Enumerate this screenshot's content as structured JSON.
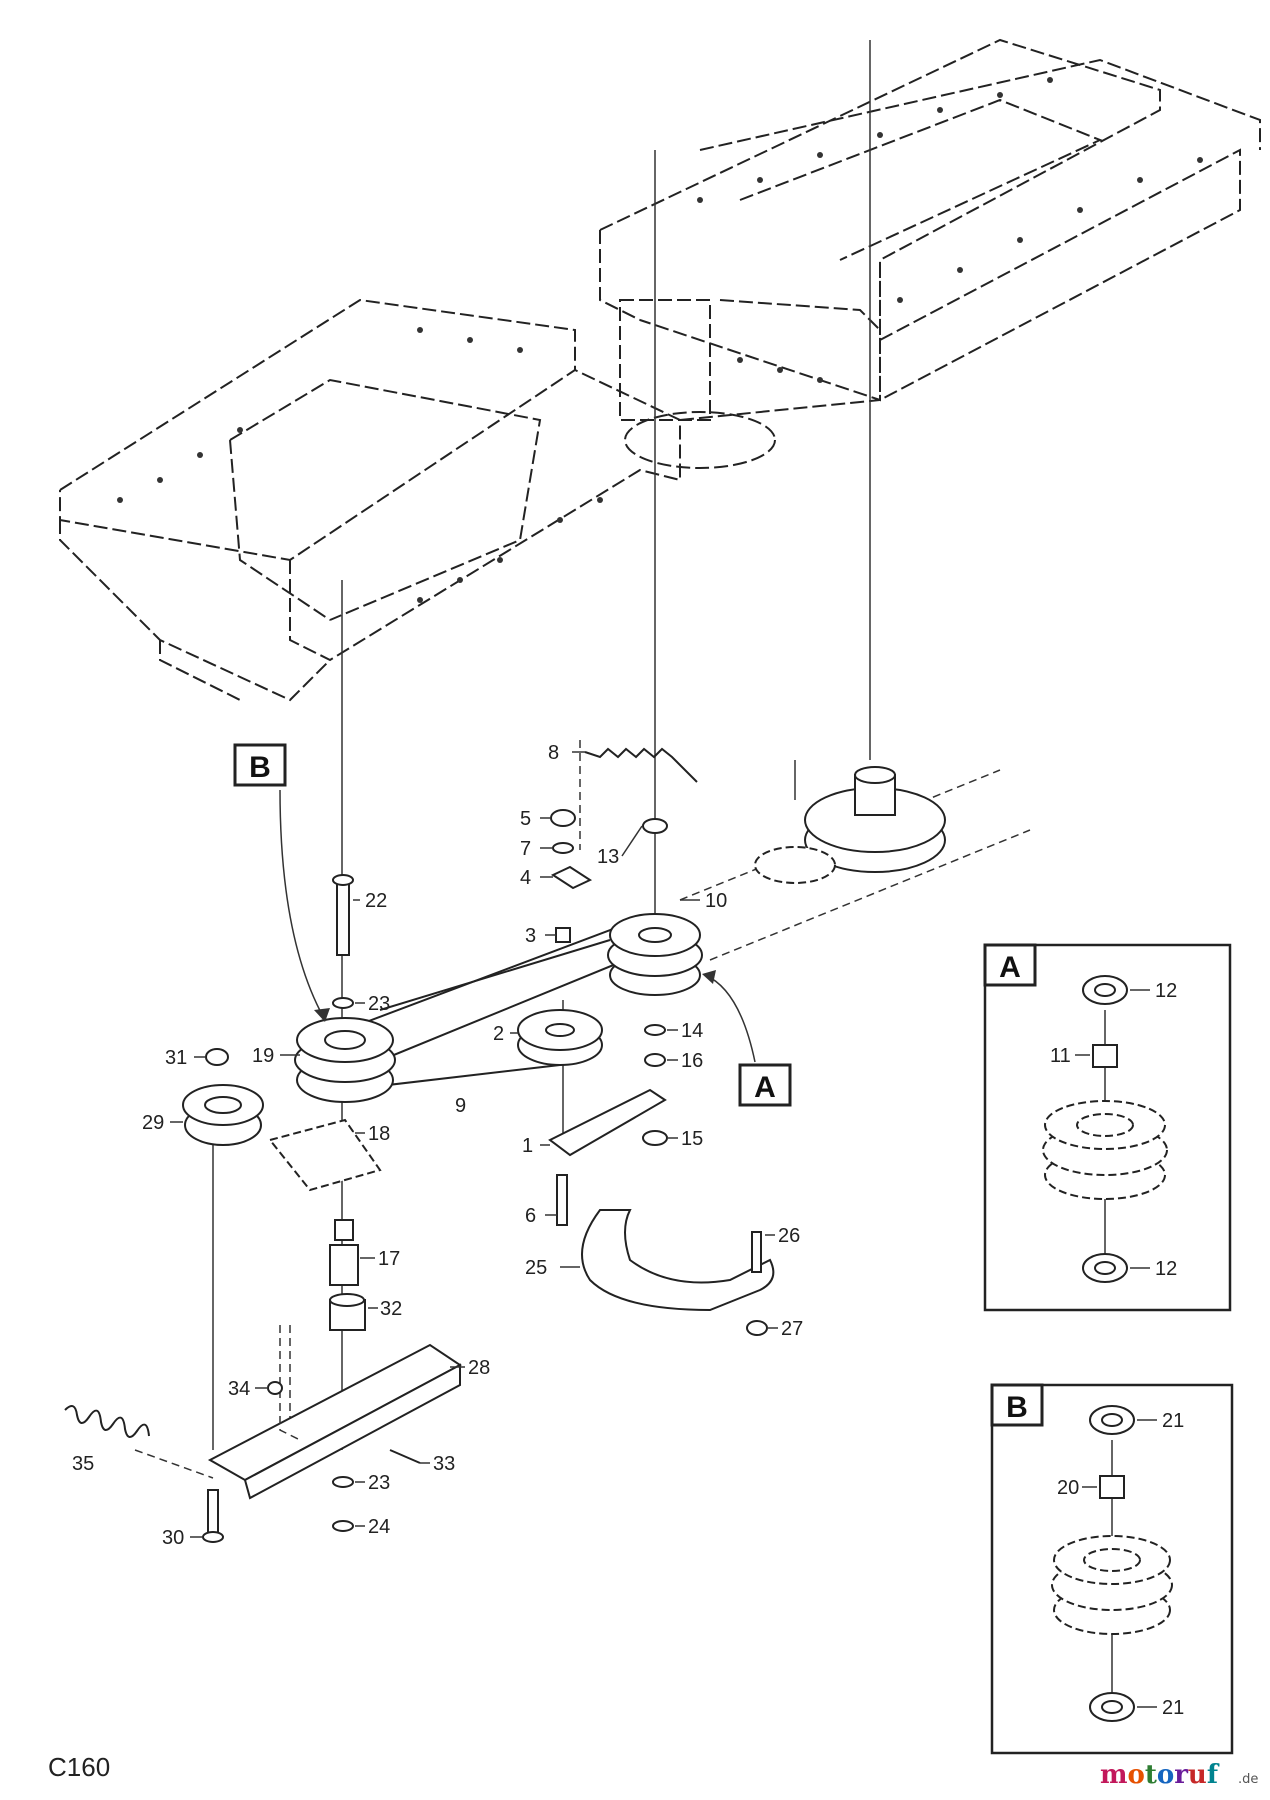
{
  "diagram_code": "C160",
  "watermark": "motoruf.de",
  "callouts": {
    "A": "A",
    "B": "B"
  },
  "parts": [
    {
      "id": "p1",
      "text": "1"
    },
    {
      "id": "p2",
      "text": "2"
    },
    {
      "id": "p3",
      "text": "3"
    },
    {
      "id": "p4",
      "text": "4"
    },
    {
      "id": "p5",
      "text": "5"
    },
    {
      "id": "p6",
      "text": "6"
    },
    {
      "id": "p7",
      "text": "7"
    },
    {
      "id": "p8",
      "text": "8"
    },
    {
      "id": "p9",
      "text": "9"
    },
    {
      "id": "p10",
      "text": "10"
    },
    {
      "id": "p13",
      "text": "13"
    },
    {
      "id": "p14",
      "text": "14"
    },
    {
      "id": "p15",
      "text": "15"
    },
    {
      "id": "p16",
      "text": "16"
    },
    {
      "id": "p17",
      "text": "17"
    },
    {
      "id": "p18",
      "text": "18"
    },
    {
      "id": "p19",
      "text": "19"
    },
    {
      "id": "p22",
      "text": "22"
    },
    {
      "id": "p23a",
      "text": "23"
    },
    {
      "id": "p23b",
      "text": "23"
    },
    {
      "id": "p24",
      "text": "24"
    },
    {
      "id": "p25",
      "text": "25"
    },
    {
      "id": "p26",
      "text": "26"
    },
    {
      "id": "p27",
      "text": "27"
    },
    {
      "id": "p28",
      "text": "28"
    },
    {
      "id": "p29",
      "text": "29"
    },
    {
      "id": "p30",
      "text": "30"
    },
    {
      "id": "p31",
      "text": "31"
    },
    {
      "id": "p32",
      "text": "32"
    },
    {
      "id": "p33",
      "text": "33"
    },
    {
      "id": "p34",
      "text": "34"
    },
    {
      "id": "p35",
      "text": "35"
    }
  ],
  "detail_a": {
    "label": "A",
    "parts": [
      {
        "id": "a12top",
        "text": "12"
      },
      {
        "id": "a11",
        "text": "11"
      },
      {
        "id": "a12bot",
        "text": "12"
      }
    ]
  },
  "detail_b": {
    "label": "B",
    "parts": [
      {
        "id": "b21top",
        "text": "21"
      },
      {
        "id": "b20",
        "text": "20"
      },
      {
        "id": "b21bot",
        "text": "21"
      }
    ]
  }
}
